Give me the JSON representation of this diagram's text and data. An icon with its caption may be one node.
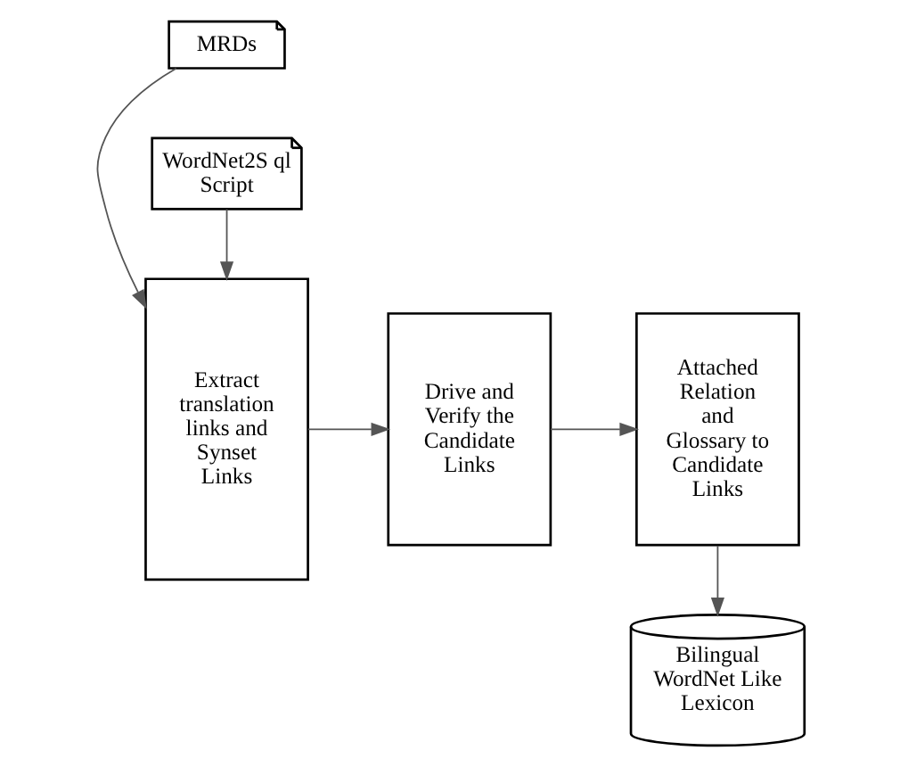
{
  "diagram": {
    "nodes": [
      {
        "text": [
          "MRDs"
        ]
      },
      {
        "text": [
          "Extract translation links and Synset Links"
        ]
      },
      {
        "text": [
          "Drive and Verify the Candidate Links"
        ]
      },
      {
        "text": [
          "Attached Relation and Glossary to Candidate Links"
        ]
      },
      {
        "text": [
          "WordNet2S ql Script"
        ]
      },
      {
        "text": [
          "Bilingual WordNet Like Lexicon"
        ]
      }
    ],
    "edges": [
      {
        "from": 0,
        "to": 1,
        "arrow": "to"
      },
      {
        "from": 4,
        "to": 1,
        "arrow": "to"
      },
      {
        "from": 1,
        "to": 2,
        "arrow": "to"
      },
      {
        "from": 2,
        "to": 3,
        "arrow": "to"
      },
      {
        "from": 3,
        "to": 5,
        "arrow": "to"
      }
    ]
  }
}
